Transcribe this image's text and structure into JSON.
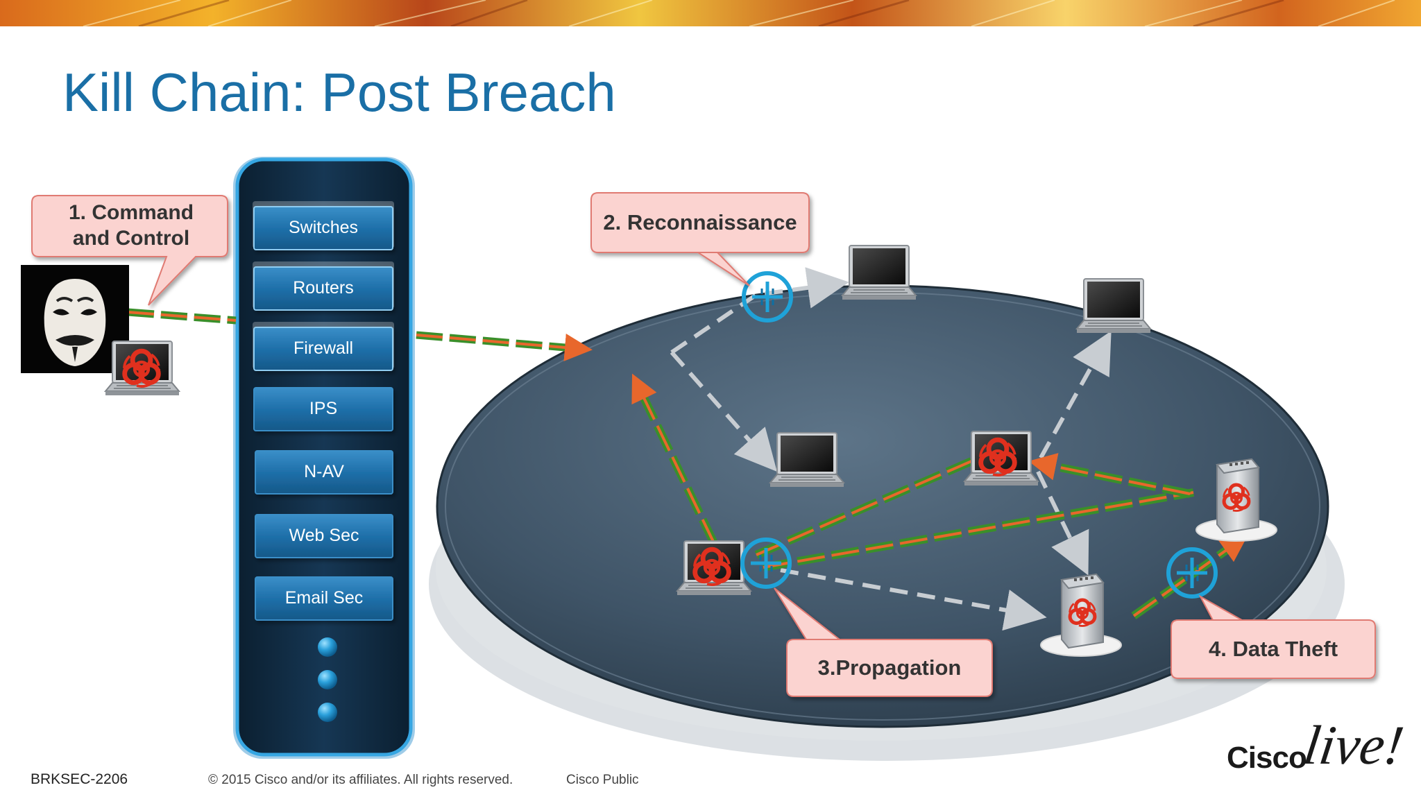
{
  "slide": {
    "title": "Kill Chain: Post Breach",
    "callouts": {
      "command_control": "1. Command and Control",
      "reconnaissance": "2. Reconnaissance",
      "propagation": "3.Propagation",
      "data_theft": "4. Data Theft"
    },
    "security_layers": [
      "Switches",
      "Routers",
      "Firewall",
      "IPS",
      "N-AV",
      "Web Sec",
      "Email Sec"
    ],
    "footer": {
      "session_code": "BRKSEC-2206",
      "copyright": "© 2015 Cisco and/or its affiliates. All rights reserved.",
      "classification": "Cisco Public"
    },
    "logo": {
      "brand": "Cisco",
      "event": "live!"
    },
    "icons": {
      "attacker": "anonymous-mask-icon",
      "infected_host": "biohazard-laptop-icon",
      "clean_host": "laptop-icon",
      "infected_server": "biohazard-server-icon",
      "detection_point": "crosshair-target-icon"
    },
    "colors": {
      "title": "#1a6fa6",
      "callout_fill": "#fbd3d0",
      "callout_border": "#e07a72",
      "layer_button": "#1a6fa8",
      "tower_body": "#0f2a40",
      "network_disc": "#3e5466",
      "attack_path_green": "#3a8f2a",
      "attack_path_orange": "#e8672c",
      "recon_path": "#c8cdd2",
      "biohazard": "#e0301e",
      "target_ring": "#1fa2d8"
    }
  }
}
